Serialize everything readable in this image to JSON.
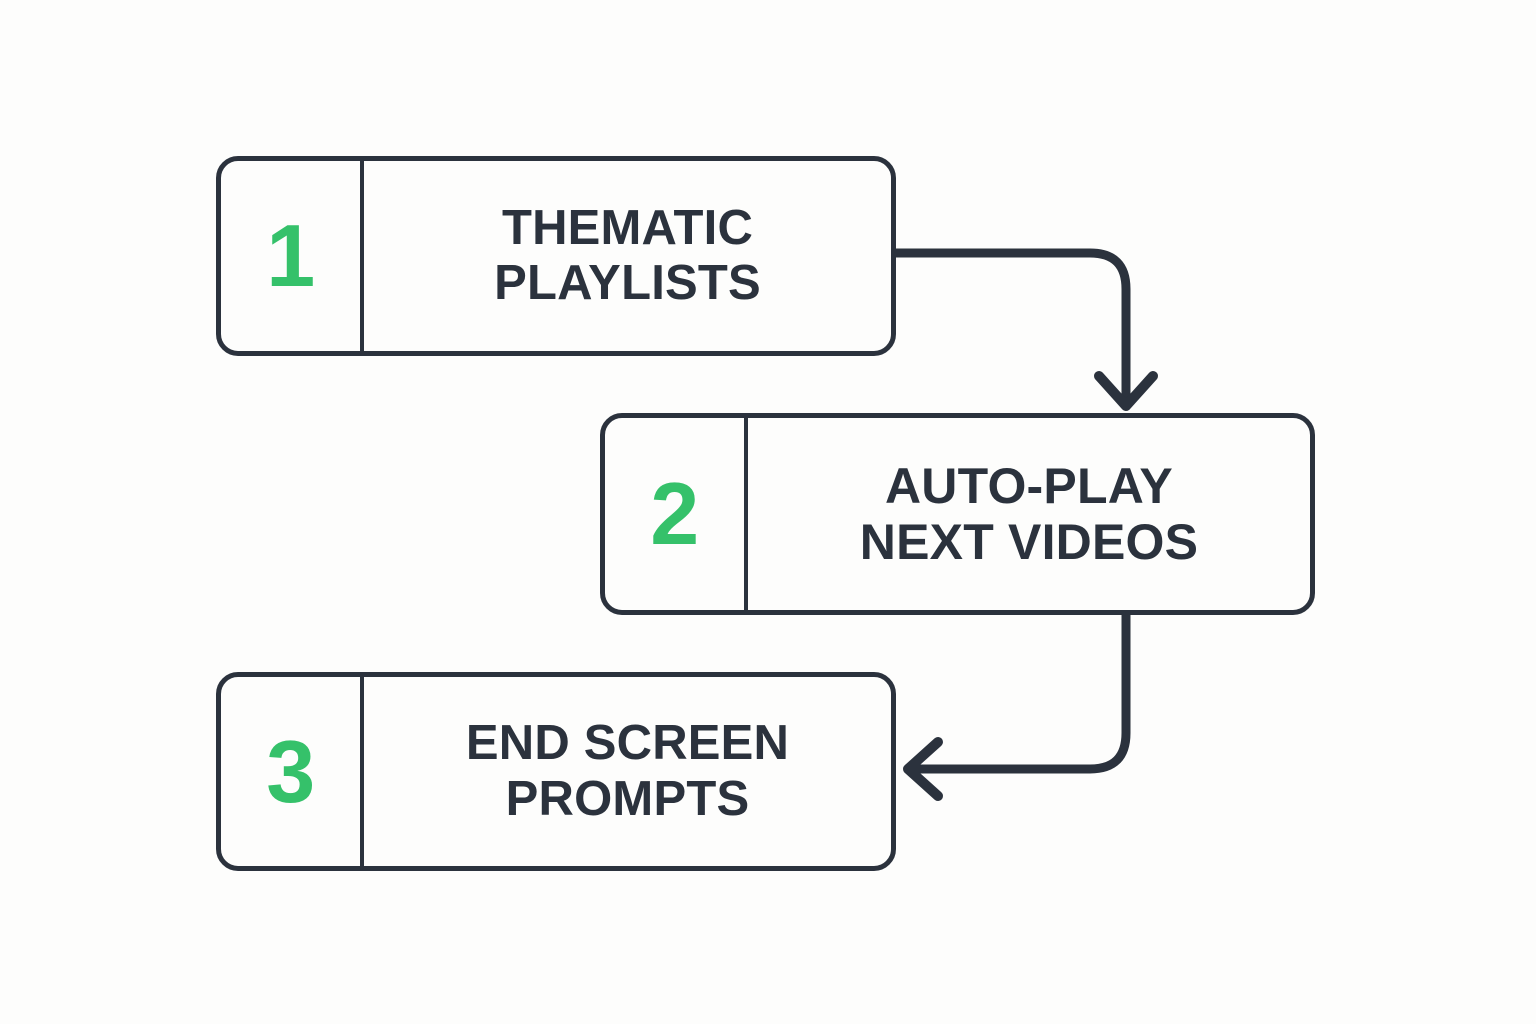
{
  "diagram": {
    "type": "flow-steps",
    "background_color": "#fdfdfc",
    "accent_color": "#35c16a",
    "line_color": "#2b323d",
    "steps": [
      {
        "number": "1",
        "label": "THEMATIC\nPLAYLISTS"
      },
      {
        "number": "2",
        "label": "AUTO-PLAY\nNEXT VIDEOS"
      },
      {
        "number": "3",
        "label": "END SCREEN\nPROMPTS"
      }
    ],
    "connectors": [
      {
        "name": "connector-step1-to-step2",
        "from": "step-1",
        "to": "step-2",
        "arrow_direction": "down"
      },
      {
        "name": "connector-step2-to-step3",
        "from": "step-2",
        "to": "step-3",
        "arrow_direction": "left"
      }
    ]
  }
}
